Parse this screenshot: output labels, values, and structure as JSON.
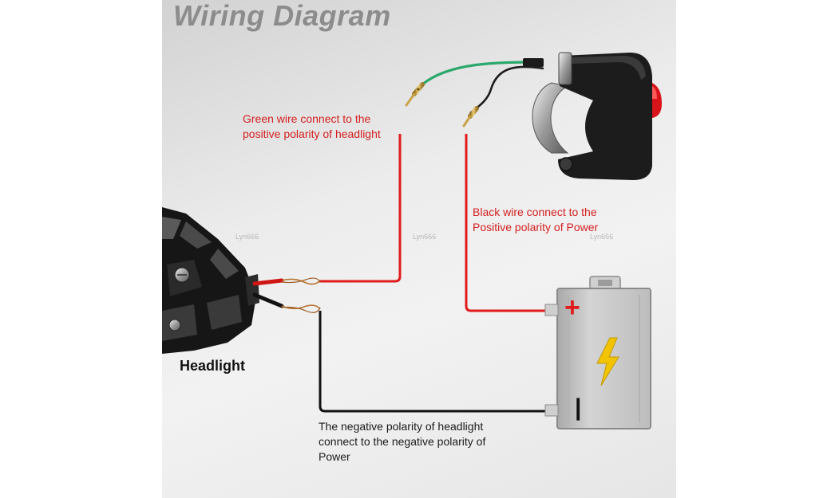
{
  "title": "Wiring Diagram",
  "labels": {
    "green_wire": "Green wire connect to the\npositive polarity of headlight",
    "black_wire": "Black wire connect to the\nPositive polarity of Power",
    "negative": "The negative polarity of headlight\nconnect to the negative polarity of\nPower",
    "headlight": "Headlight"
  },
  "watermarks": [
    "Lyn666",
    "Lyn666",
    "Lyn666"
  ],
  "battery_symbols": {
    "positive": "+",
    "negative": "|"
  },
  "icons": [
    "headlight-icon",
    "handlebar-switch-icon",
    "battery-icon",
    "lightning-bolt-icon"
  ],
  "colors": {
    "positive_wire": "#e01b1b",
    "negative_wire": "#111111",
    "green_wire": "#2aa86b",
    "battery_body": "#c9c9c9",
    "bolt": "#f2c400",
    "title": "#8c8c8c",
    "label_red": "#d41f1f"
  }
}
